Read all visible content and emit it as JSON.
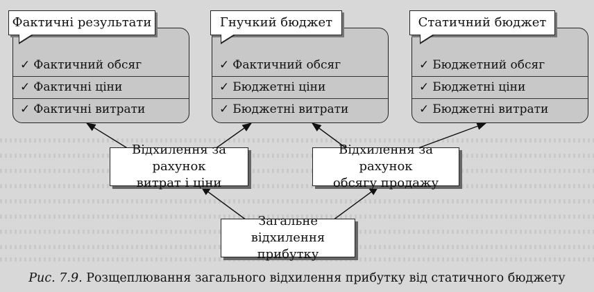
{
  "panels": [
    {
      "title": "Фактичні результати",
      "rows": [
        "Фактичний обсяг",
        "Фактичні ціни",
        "Фактичні витрати"
      ]
    },
    {
      "title": "Гнучкий бюджет",
      "rows": [
        "Фактичний обсяг",
        "Бюджетні ціни",
        "Бюджетні витрати"
      ]
    },
    {
      "title": "Статичний бюджет",
      "rows": [
        "Бюджетний обсяг",
        "Бюджетні ціни",
        "Бюджетні витрати"
      ]
    }
  ],
  "check_glyph": "✓",
  "variance_cost_price": [
    "Відхилення за рахунок",
    "витрат і ціни"
  ],
  "variance_volume": [
    "Відхилення за рахунок",
    "обсягу продажу"
  ],
  "total_variance": [
    "Загальне відхилення",
    "прибутку"
  ],
  "caption": {
    "figure_label": "Рис. 7.9.",
    "text": "Розщеплювання загального відхилення прибутку від статичного бюджету"
  }
}
